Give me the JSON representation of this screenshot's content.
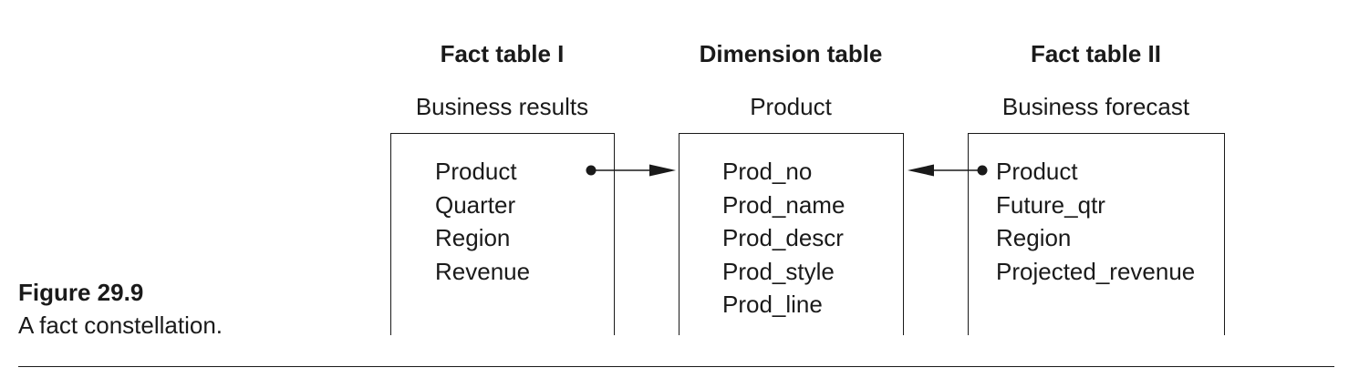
{
  "tables": [
    {
      "heading": "Fact table I",
      "name": "Business results",
      "attributes": [
        "Product",
        "Quarter",
        "Region",
        "Revenue"
      ]
    },
    {
      "heading": "Dimension table",
      "name": "Product",
      "attributes": [
        "Prod_no",
        "Prod_name",
        "Prod_descr",
        "Prod_style",
        "Prod_line"
      ]
    },
    {
      "heading": "Fact table II",
      "name": "Business forecast",
      "attributes": [
        "Product",
        "Future_qtr",
        "Region",
        "Projected_revenue"
      ]
    }
  ],
  "figure": {
    "label": "Figure 29.9",
    "caption": "A fact constellation."
  }
}
